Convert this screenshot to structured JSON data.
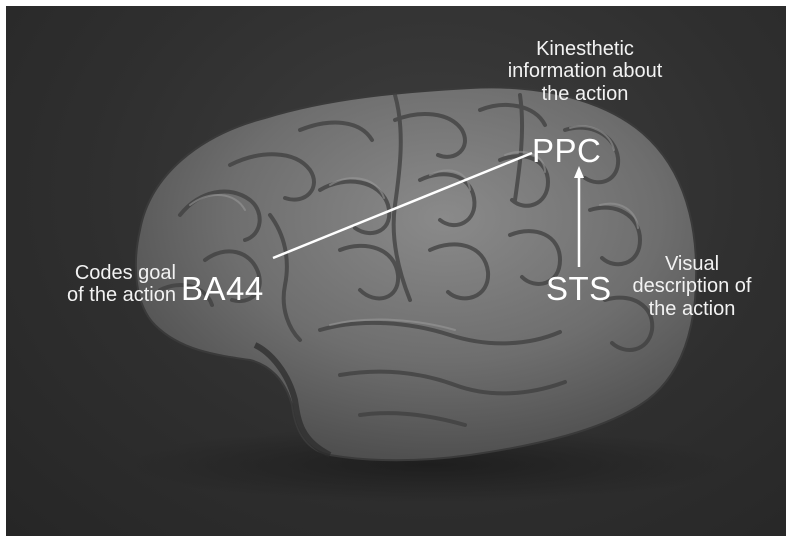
{
  "labels": {
    "ppc": "PPC",
    "ppc_note": "Kinesthetic\ninformation about\nthe action",
    "ba44": "BA44",
    "ba44_note": "Codes goal\nof the action",
    "sts": "STS",
    "sts_note": "Visual\ndescription of\nthe action"
  }
}
